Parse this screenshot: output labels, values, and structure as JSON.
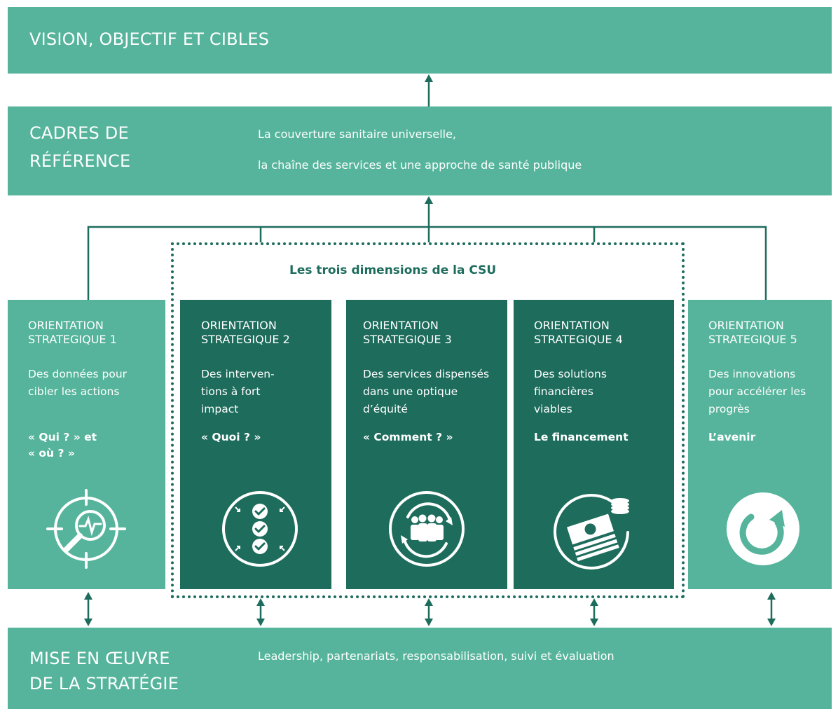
{
  "vision": {
    "title": "VISION, OBJECTIF ET CIBLES"
  },
  "cadres": {
    "title_line1": "CADRES DE",
    "title_line2": "RÉFÉRENCE",
    "text_line1": "La couverture sanitaire universelle,",
    "text_line2": "la chaîne des services et une approche de santé publique"
  },
  "dimensions": {
    "title": "Les trois dimensions de la CSU"
  },
  "orientations": [
    {
      "heading_line1": "ORIENTATION",
      "heading_line2": "STRATEGIQUE 1",
      "desc": "Des données pour cibler les actions",
      "key_line1": "« Qui ? » et",
      "key_line2": "« où ? »",
      "icon": "target-magnifier-icon"
    },
    {
      "heading_line1": "ORIENTATION",
      "heading_line2": "STRATEGIQUE 2",
      "desc": "Des interven- tions à fort impact",
      "key_line1": "« Quoi ? »",
      "key_line2": "",
      "icon": "checklist-icon"
    },
    {
      "heading_line1": "ORIENTATION",
      "heading_line2": "STRATEGIQUE 3",
      "desc": "Des services dispensés dans une optique d’équité",
      "key_line1": "« Comment ? »",
      "key_line2": "",
      "icon": "people-cycle-icon"
    },
    {
      "heading_line1": "ORIENTATION",
      "heading_line2": "STRATEGIQUE 4",
      "desc": "Des solutions financières viables",
      "key_line1": "Le financement",
      "key_line2": "",
      "icon": "money-stack-icon"
    },
    {
      "heading_line1": "ORIENTATION",
      "heading_line2": "STRATEGIQUE 5",
      "desc": "Des innovations pour accélérer les progrès",
      "key_line1": "L’avenir",
      "key_line2": "",
      "icon": "circular-arrow-icon"
    }
  ],
  "mise": {
    "title_line1": "MISE EN ŒUVRE",
    "title_line2": "DE LA STRATÉGIE",
    "text": "Leadership, partenariats, responsabilisation, suivi et évaluation"
  },
  "colors": {
    "light_green": "#55b49b",
    "dark_green": "#1d6c5c",
    "connector": "#1d6c5c"
  }
}
